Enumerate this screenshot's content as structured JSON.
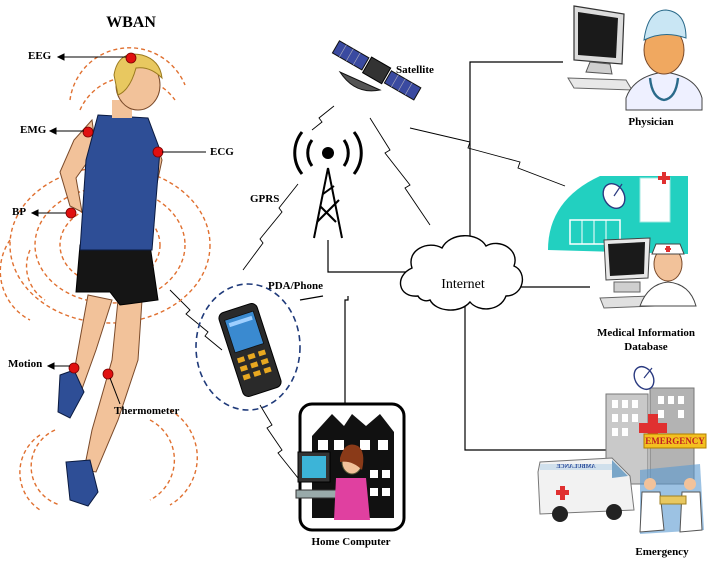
{
  "diagram": {
    "title": "WBAN",
    "sensors": {
      "eeg": "EEG",
      "emg": "EMG",
      "ecg": "ECG",
      "bp": "BP",
      "motion": "Motion",
      "thermometer": "Thermometer"
    },
    "nodes": {
      "satellite": "Satellite",
      "gprs": "GPRS",
      "pda": "PDA/Phone",
      "internet": "Internet",
      "home": "Home Computer",
      "physician": "Physician",
      "medical_line1": "Medical Information",
      "medical_line2": "Database",
      "emergency": "Emergency",
      "emergency_sign": "EMERGENCY",
      "ambulance_text": "AMBULANCE"
    },
    "colors": {
      "sensor": "#e01010",
      "wave": "#e07030",
      "building": "#22d0c0",
      "shirt": "#2e4e96",
      "cross": "#e03030"
    }
  }
}
